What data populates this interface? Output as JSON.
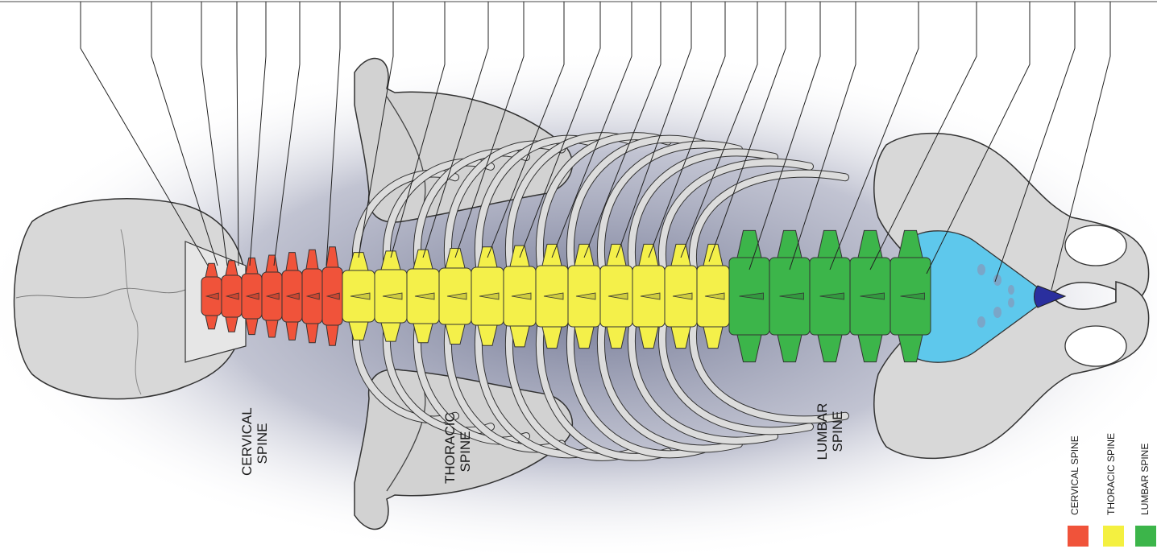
{
  "regions": [
    {
      "id": "cervical",
      "line1": "CERVICAL",
      "line2": "SPINE"
    },
    {
      "id": "thoracic",
      "line1": "THORACIC",
      "line2": "SPINE"
    },
    {
      "id": "lumbar",
      "line1": "LUMBAR",
      "line2": "SPINE"
    }
  ],
  "legend": [
    {
      "label": "CERVICAL SPINE",
      "color": "#f0533a"
    },
    {
      "label": "THORACIC SPINE",
      "color": "#f4f040"
    },
    {
      "label": "LUMBAR SPINE",
      "color": "#3cb54a"
    }
  ],
  "colors": {
    "cervical": "#f0533a",
    "thoracic": "#f4f04a",
    "lumbar": "#3cb54a",
    "sacrum": "#5ec8ec",
    "coccyx": "#2a2f9e",
    "bone": "#dcdcdc",
    "bone_outline": "#333333",
    "shadow": "#8f93a8"
  },
  "vertebrae": {
    "cervical_count": 7,
    "thoracic_count": 12,
    "lumbar_count": 5
  }
}
